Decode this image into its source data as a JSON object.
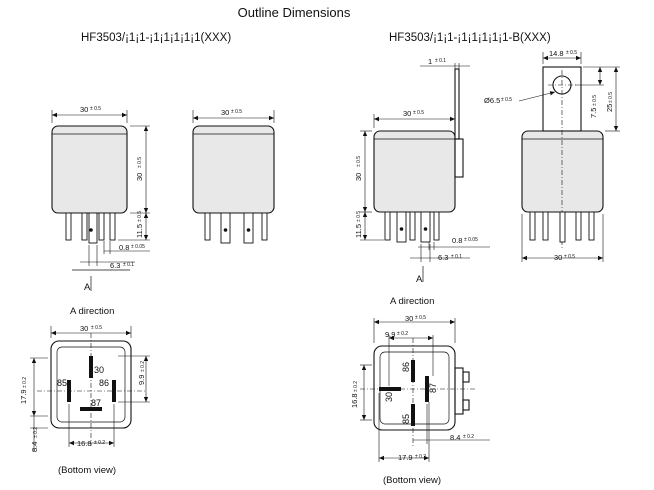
{
  "title": "Outline Dimensions",
  "left": {
    "heading": "HF3503/¡1¡1-¡1¡1¡1¡1¡1(XXX)",
    "front": {
      "width": "30",
      "width_tol": "± 0.5",
      "height": "30",
      "height_tol": "± 0.5",
      "pin_length": "11.5",
      "pin_length_tol": "± 0.5",
      "pin_thickness": "0.8",
      "pin_thickness_tol": "± 0.05",
      "pin_width": "6.3",
      "pin_width_tol": "± 0.1",
      "arrow_label": "A",
      "direction_label": "A  direction"
    },
    "side": {
      "width": "30",
      "width_tol": "± 0.5"
    },
    "bottom": {
      "width": "30",
      "width_tol": "± 0.5",
      "pin_span_y": "9.9",
      "pin_span_y_tol": "± 0.2",
      "body_span_y": "17.9",
      "body_span_y_tol": "± 0.2",
      "pin_span_x": "16.8",
      "pin_span_x_tol": "± 0.2",
      "offset": "8.4",
      "offset_tol": "± 0.2",
      "pins": [
        "30",
        "85",
        "86",
        "87"
      ],
      "caption": "(Bottom view)"
    }
  },
  "right": {
    "heading": "HF3503/¡1¡1-¡1¡1¡1¡1¡1-B(XXX)",
    "front": {
      "bracket_thickness": "1",
      "bracket_thickness_tol": "± 0.1",
      "width": "30",
      "width_tol": "± 0.5",
      "height": "30",
      "height_tol": "± 0.5",
      "pin_length": "11.5",
      "pin_length_tol": "± 0.5",
      "pin_thickness": "0.8",
      "pin_thickness_tol": "± 0.05",
      "pin_width": "6.3",
      "pin_width_tol": "± 0.1",
      "arrow_label": "A",
      "direction_label": "A  direction"
    },
    "side": {
      "bracket_width": "14.8",
      "bracket_width_tol": "± 0.5",
      "hole": "Ø6.5",
      "hole_tol": "± 0.5",
      "hole_height": "7.5",
      "hole_height_tol": "± 0.5",
      "bracket_height": "25",
      "bracket_height_tol": "± 0.5",
      "width": "30",
      "width_tol": "± 0.5"
    },
    "bottom": {
      "width": "30",
      "width_tol": "± 0.5",
      "pin_span_y": "9.9",
      "pin_span_y_tol": "± 0.2",
      "body_span_y": "16.8",
      "body_span_y_tol": "± 0.2",
      "pin_span_x": "17.9",
      "pin_span_x_tol": "± 0.2",
      "offset": "8.4",
      "offset_tol": "± 0.2",
      "pins": [
        "30",
        "85",
        "86",
        "87"
      ],
      "caption": "(Bottom view)"
    }
  }
}
